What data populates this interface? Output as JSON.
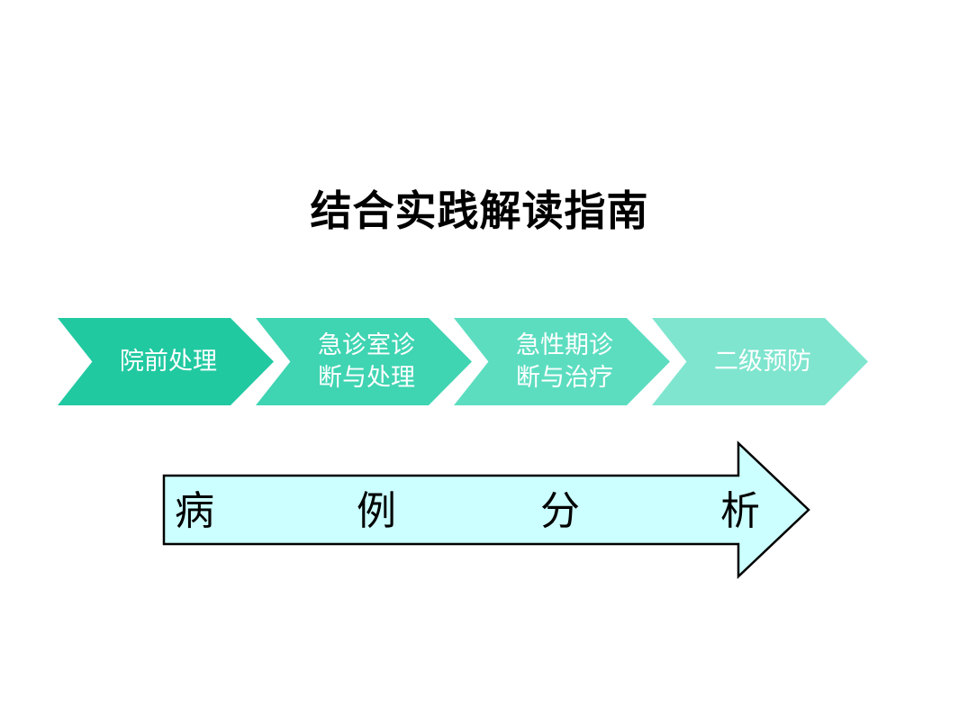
{
  "title": "结合实践解读指南",
  "steps": [
    {
      "label": "院前处理",
      "color": "#21c9a1"
    },
    {
      "label": "急诊室诊\n断与处理",
      "color": "#3fd4b2"
    },
    {
      "label": "急性期诊\n断与治疗",
      "color": "#5cddc0"
    },
    {
      "label": "二级预防",
      "color": "#7fe5cf"
    }
  ],
  "case_arrow": {
    "chars": [
      "病",
      "例",
      "分",
      "析"
    ],
    "fill": "#ccffff",
    "stroke": "#000000"
  }
}
